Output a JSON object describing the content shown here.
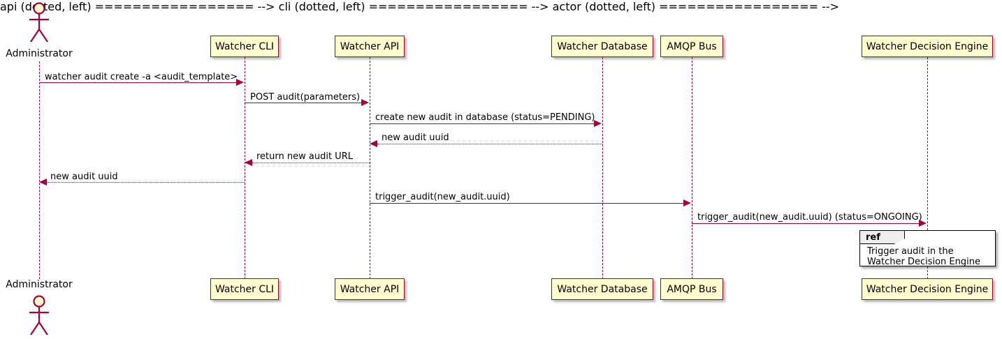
{
  "diagram": {
    "type": "sequence-diagram",
    "colors": {
      "participant_fill": "#FEFECE",
      "participant_border": "#A80036",
      "line": "#A80036",
      "ref_tab_fill": "#EEEEEE",
      "ref_border": "#000000",
      "background": "#FFFFFF"
    },
    "actor": {
      "name": "Administrator",
      "top_label": "Administrator",
      "bottom_label": "Administrator"
    },
    "participants": [
      {
        "id": "cli",
        "label": "Watcher CLI"
      },
      {
        "id": "api",
        "label": "Watcher API"
      },
      {
        "id": "db",
        "label": "Watcher Database"
      },
      {
        "id": "amqp",
        "label": "AMQP Bus"
      },
      {
        "id": "engine",
        "label": "Watcher Decision Engine"
      }
    ],
    "messages": [
      {
        "label": "watcher audit create -a <audit_template>",
        "from": "actor",
        "to": "cli",
        "style": "solid",
        "direction": "right"
      },
      {
        "label": "POST audit(parameters)",
        "from": "cli",
        "to": "api",
        "style": "solid",
        "direction": "right"
      },
      {
        "label": "create new audit in database (status=PENDING)",
        "from": "api",
        "to": "db",
        "style": "solid",
        "direction": "right"
      },
      {
        "label": "new audit uuid",
        "from": "db",
        "to": "api",
        "style": "dotted",
        "direction": "left"
      },
      {
        "label": "return new audit URL",
        "from": "api",
        "to": "cli",
        "style": "dotted",
        "direction": "left"
      },
      {
        "label": "new audit uuid",
        "from": "cli",
        "to": "actor",
        "style": "dotted",
        "direction": "left"
      },
      {
        "label": "trigger_audit(new_audit.uuid)",
        "from": "api",
        "to": "amqp",
        "style": "solid",
        "direction": "right"
      },
      {
        "label": "trigger_audit(new_audit.uuid) (status=ONGOING)",
        "from": "amqp",
        "to": "engine",
        "style": "solid",
        "direction": "right"
      }
    ],
    "ref_fragment": {
      "tag": "ref",
      "line1": "Trigger audit in the",
      "line2": "Watcher Decision Engine"
    }
  }
}
